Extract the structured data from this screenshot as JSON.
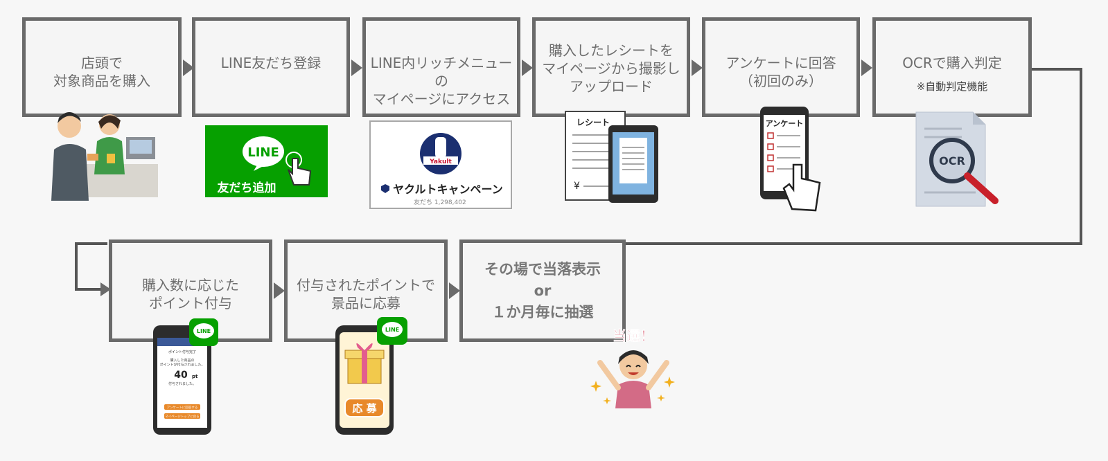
{
  "steps": [
    {
      "label": "店頭で\n対象商品を購入"
    },
    {
      "label": "LINE友だち登録"
    },
    {
      "label": "LINE内リッチメニューの\nマイページにアクセス"
    },
    {
      "label": "購入したレシートを\nマイページから撮影し\nアップロード"
    },
    {
      "label": "アンケートに回答\n（初回のみ）"
    },
    {
      "label": "OCRで購入判定",
      "note": "※自動判定機能"
    },
    {
      "label": "購入数に応じた\nポイント付与"
    },
    {
      "label": "付与されたポイントで\n景品に応募"
    },
    {
      "label": "その場で当落表示\nor\n１か月毎に抽選"
    }
  ],
  "images": {
    "line_add_logo": "LINE",
    "line_add_label": "友だち追加",
    "account_name": "ヤクルトキャンペーン",
    "account_brand": "Yakult",
    "account_friends": "友だち 1,298,402",
    "receipt_title": "レシート",
    "receipt_yen": "¥",
    "survey_title": "アンケート",
    "ocr_label": "OCR",
    "phone_line_badge": "LINE",
    "points_header": "ポイント付与完了",
    "points_message": "購入した商品の\nポイントが付与されました。",
    "points_value": "40",
    "points_unit": "pt",
    "points_sub": "付与されました。",
    "points_btn1": "アンケートに回答する",
    "points_btn2": "マイページトップに戻る",
    "apply_label": "応 募",
    "win_label": "当選！"
  },
  "colors": {
    "line_green": "#06a000",
    "box_border": "#6a6a6a",
    "apply_orange": "#e8892a"
  }
}
